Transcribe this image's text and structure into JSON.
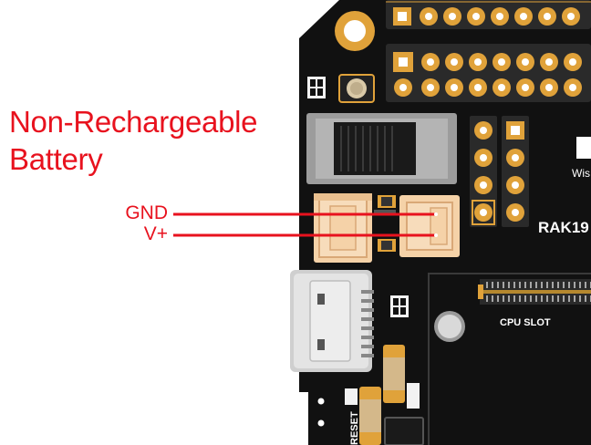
{
  "title_lines": [
    "Non-Rechargeable",
    "Battery"
  ],
  "wires": {
    "gnd_label": "GND",
    "vplus_label": "V+"
  },
  "board": {
    "wisblock_label": "Wis",
    "model_label": "RAK19",
    "cpu_slot_label": "CPU SLOT",
    "reset_label": "RESET"
  },
  "colors": {
    "accent_red": "#e8121e",
    "pcb_black": "#111111",
    "gold": "#e0a23a",
    "connector_cream": "#f5d2a8",
    "switch_gray": "#9c9c9c"
  }
}
